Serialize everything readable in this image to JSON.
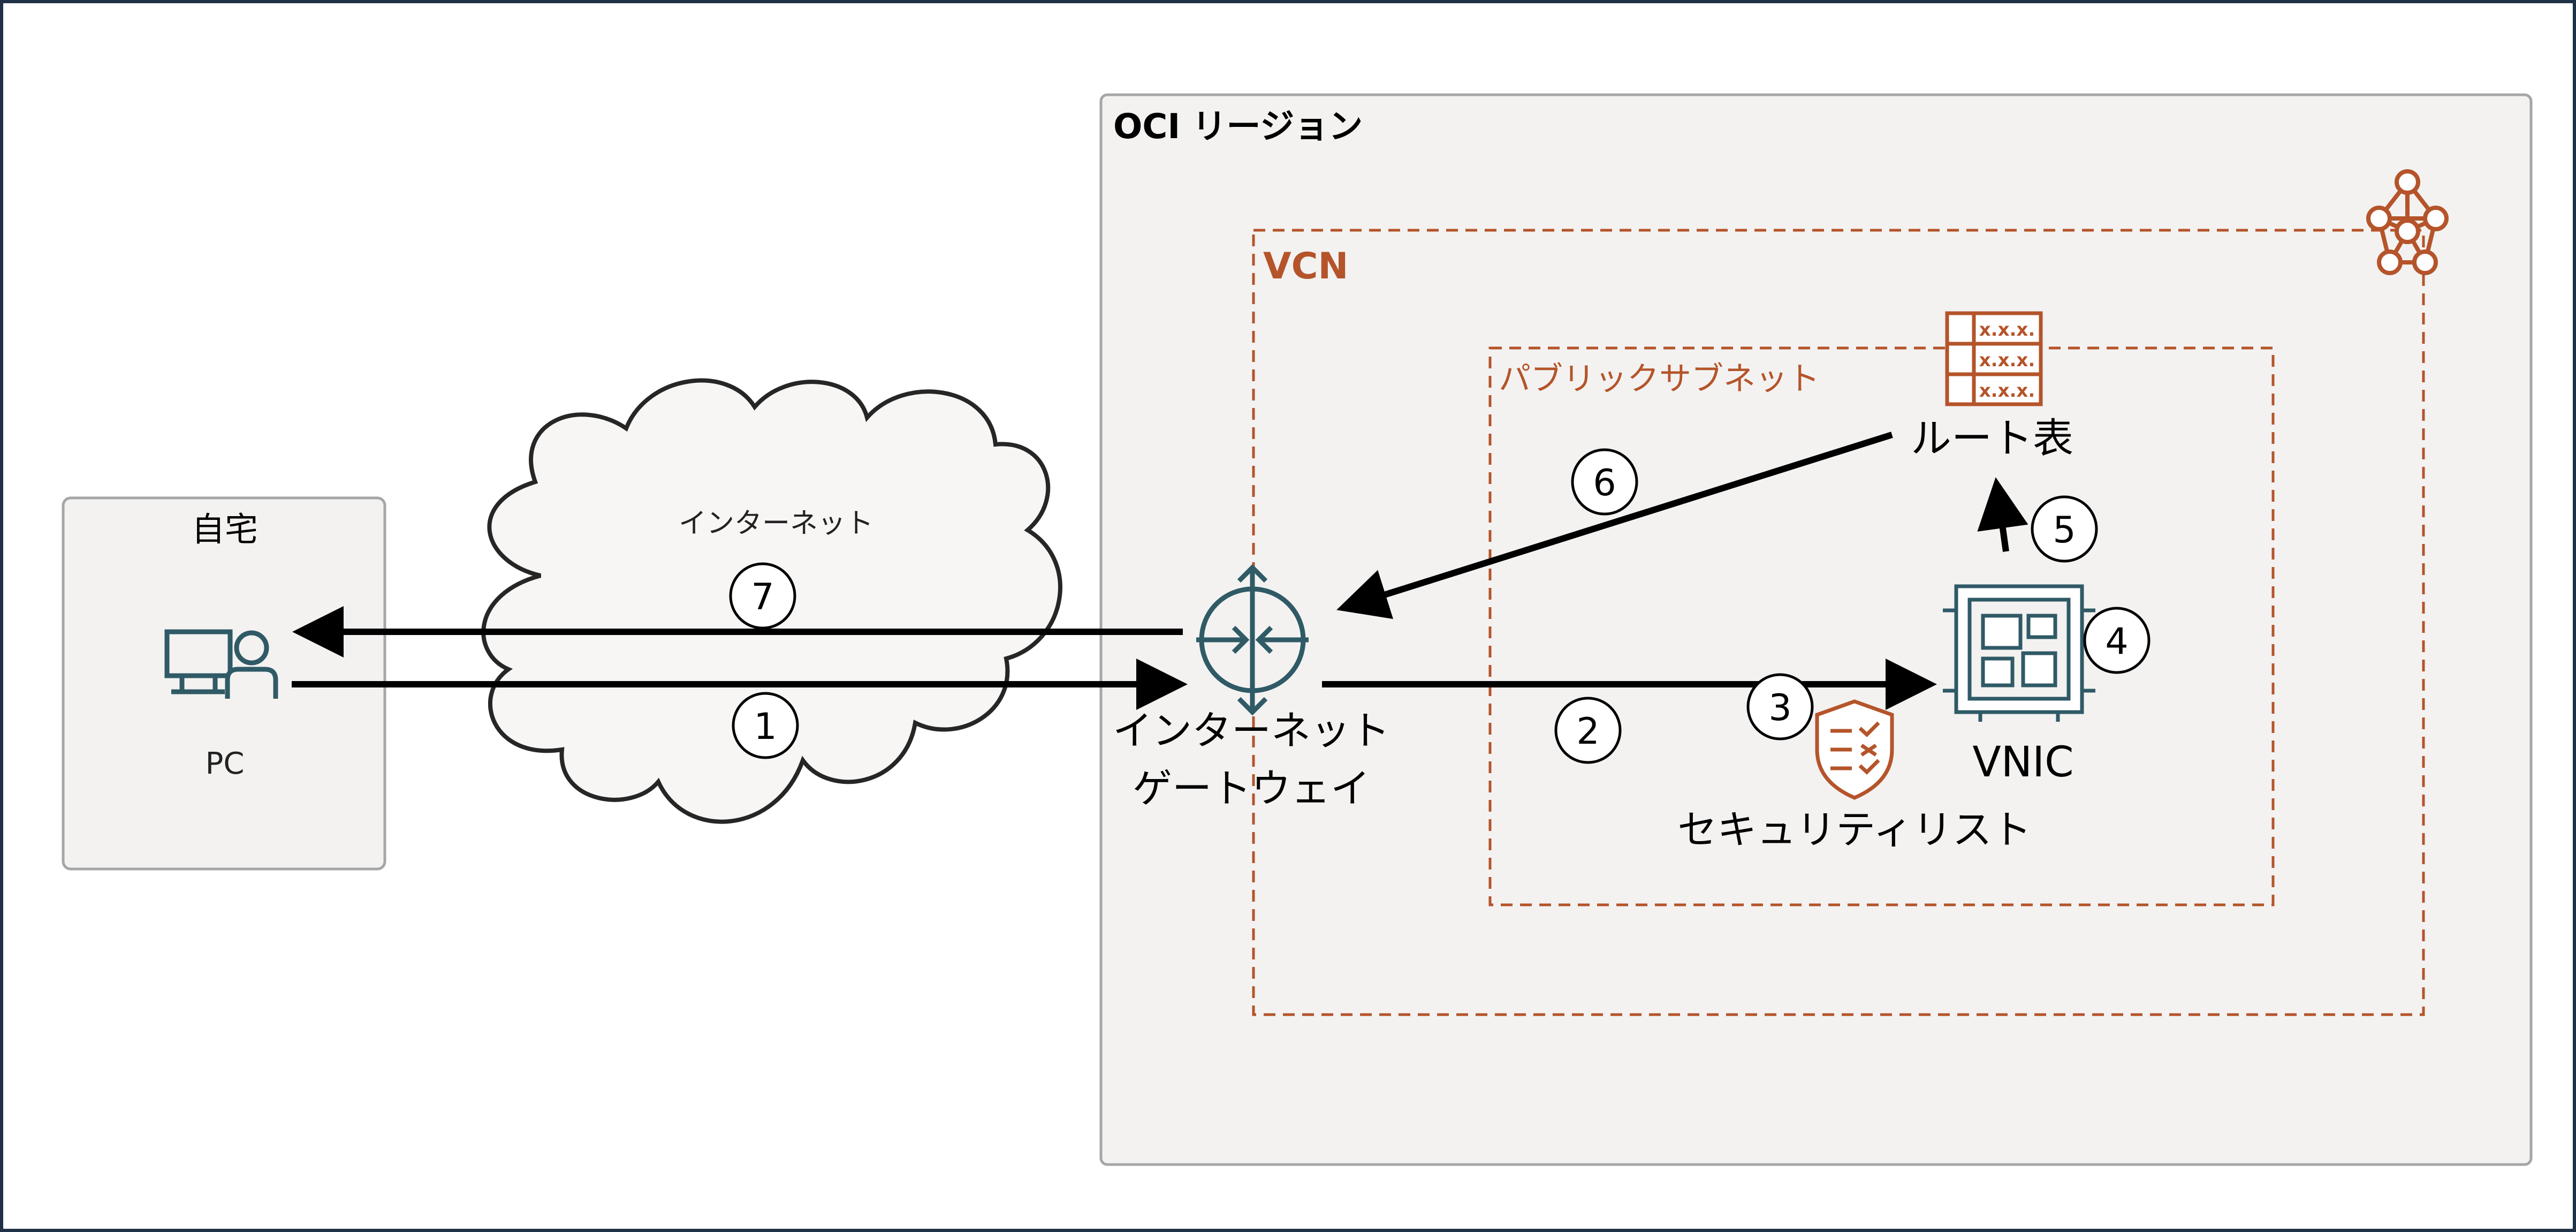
{
  "home": {
    "title": "自宅",
    "pc_label": "PC"
  },
  "internet": {
    "label": "インターネット"
  },
  "region": {
    "title": "OCI リージョン"
  },
  "vcn": {
    "title": "VCN"
  },
  "subnet": {
    "title": "パブリックサブネット"
  },
  "gateway": {
    "line1": "インターネット",
    "line2": "ゲートウェイ"
  },
  "route_table": {
    "label": "ルート表",
    "rows": [
      "x.x.x.",
      "x.x.x.",
      "x.x.x."
    ]
  },
  "vnic": {
    "label": "VNIC"
  },
  "security_list": {
    "label": "セキュリティリスト"
  },
  "steps": [
    "1",
    "2",
    "3",
    "4",
    "5",
    "6",
    "7"
  ],
  "colors": {
    "oracle_orange": "#b5542a",
    "teal": "#2f5a66",
    "panel_bg": "#f3f2f1",
    "panel_border": "#a6a6a6",
    "frame": "#1f3147",
    "arrow": "#000000"
  }
}
